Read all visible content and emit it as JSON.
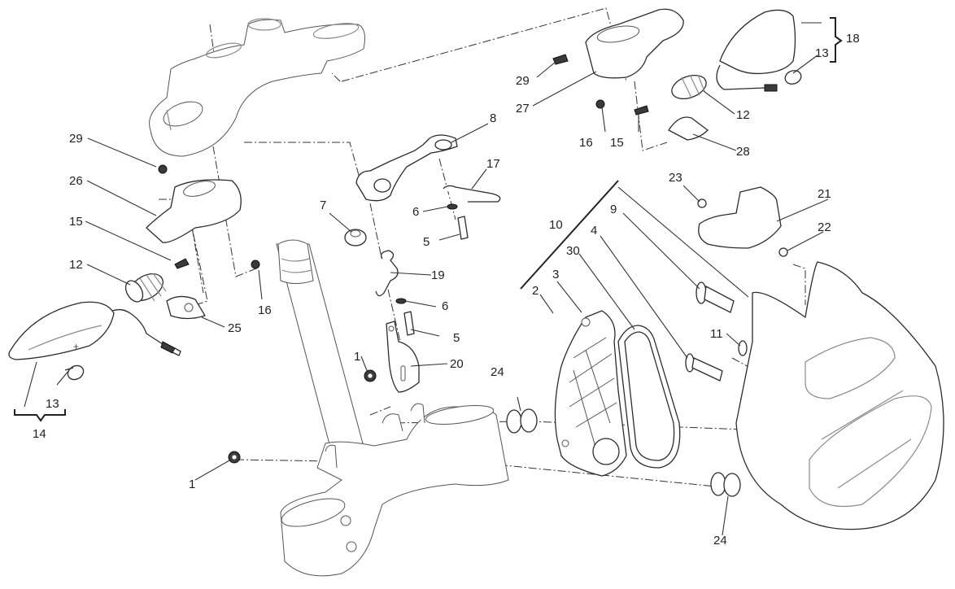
{
  "diagram": {
    "type": "exploded-parts-diagram",
    "subject": "Headlight, turn indicators and fork yokes assembly",
    "line_color": "#2b2b2b",
    "background": "#ffffff"
  },
  "callouts": [
    {
      "id": "c29a",
      "label": "29"
    },
    {
      "id": "c26",
      "label": "26"
    },
    {
      "id": "c15a",
      "label": "15"
    },
    {
      "id": "c12a",
      "label": "12"
    },
    {
      "id": "c25",
      "label": "25"
    },
    {
      "id": "c16a",
      "label": "16"
    },
    {
      "id": "c13a",
      "label": "13"
    },
    {
      "id": "c14",
      "label": "14"
    },
    {
      "id": "c1a",
      "label": "1"
    },
    {
      "id": "c1b",
      "label": "1"
    },
    {
      "id": "c7",
      "label": "7"
    },
    {
      "id": "c8",
      "label": "8"
    },
    {
      "id": "c17",
      "label": "17"
    },
    {
      "id": "c6a",
      "label": "6"
    },
    {
      "id": "c5a",
      "label": "5"
    },
    {
      "id": "c19",
      "label": "19"
    },
    {
      "id": "c6b",
      "label": "6"
    },
    {
      "id": "c5b",
      "label": "5"
    },
    {
      "id": "c20",
      "label": "20"
    },
    {
      "id": "c24a",
      "label": "24"
    },
    {
      "id": "c24b",
      "label": "24"
    },
    {
      "id": "c29b",
      "label": "29"
    },
    {
      "id": "c27",
      "label": "27"
    },
    {
      "id": "c16b",
      "label": "16"
    },
    {
      "id": "c15b",
      "label": "15"
    },
    {
      "id": "c12b",
      "label": "12"
    },
    {
      "id": "c28",
      "label": "28"
    },
    {
      "id": "c18",
      "label": "18"
    },
    {
      "id": "c13b",
      "label": "13"
    },
    {
      "id": "c23",
      "label": "23"
    },
    {
      "id": "c21",
      "label": "21"
    },
    {
      "id": "c22",
      "label": "22"
    },
    {
      "id": "c10",
      "label": "10"
    },
    {
      "id": "c9",
      "label": "9"
    },
    {
      "id": "c4",
      "label": "4"
    },
    {
      "id": "c30",
      "label": "30"
    },
    {
      "id": "c3",
      "label": "3"
    },
    {
      "id": "c2",
      "label": "2"
    },
    {
      "id": "c11",
      "label": "11"
    }
  ]
}
